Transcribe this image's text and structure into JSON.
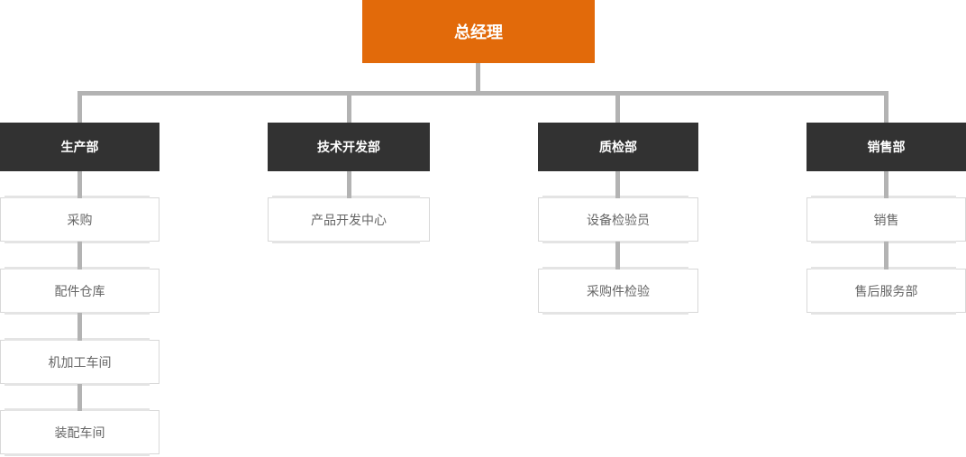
{
  "org_chart": {
    "root": {
      "label": "总经理"
    },
    "departments": [
      {
        "label": "生产部",
        "children": [
          {
            "label": "采购"
          },
          {
            "label": "配件仓库"
          },
          {
            "label": "机加工车间"
          },
          {
            "label": "装配车间"
          }
        ]
      },
      {
        "label": "技术开发部",
        "children": [
          {
            "label": "产品开发中心"
          }
        ]
      },
      {
        "label": "质检部",
        "children": [
          {
            "label": "设备检验员"
          },
          {
            "label": "采购件检验"
          }
        ]
      },
      {
        "label": "销售部",
        "children": [
          {
            "label": "销售"
          },
          {
            "label": "售后服务部"
          }
        ]
      }
    ],
    "colors": {
      "background": "#ffffff",
      "root_bg": "#e26a0a",
      "dept_bg": "#323232",
      "header_text": "#ffffff",
      "node_text": "#666666",
      "connector": "#b3b3b3",
      "leaf_border": "#d8d8d8",
      "leaf_accent": "#e4e4e4"
    }
  }
}
